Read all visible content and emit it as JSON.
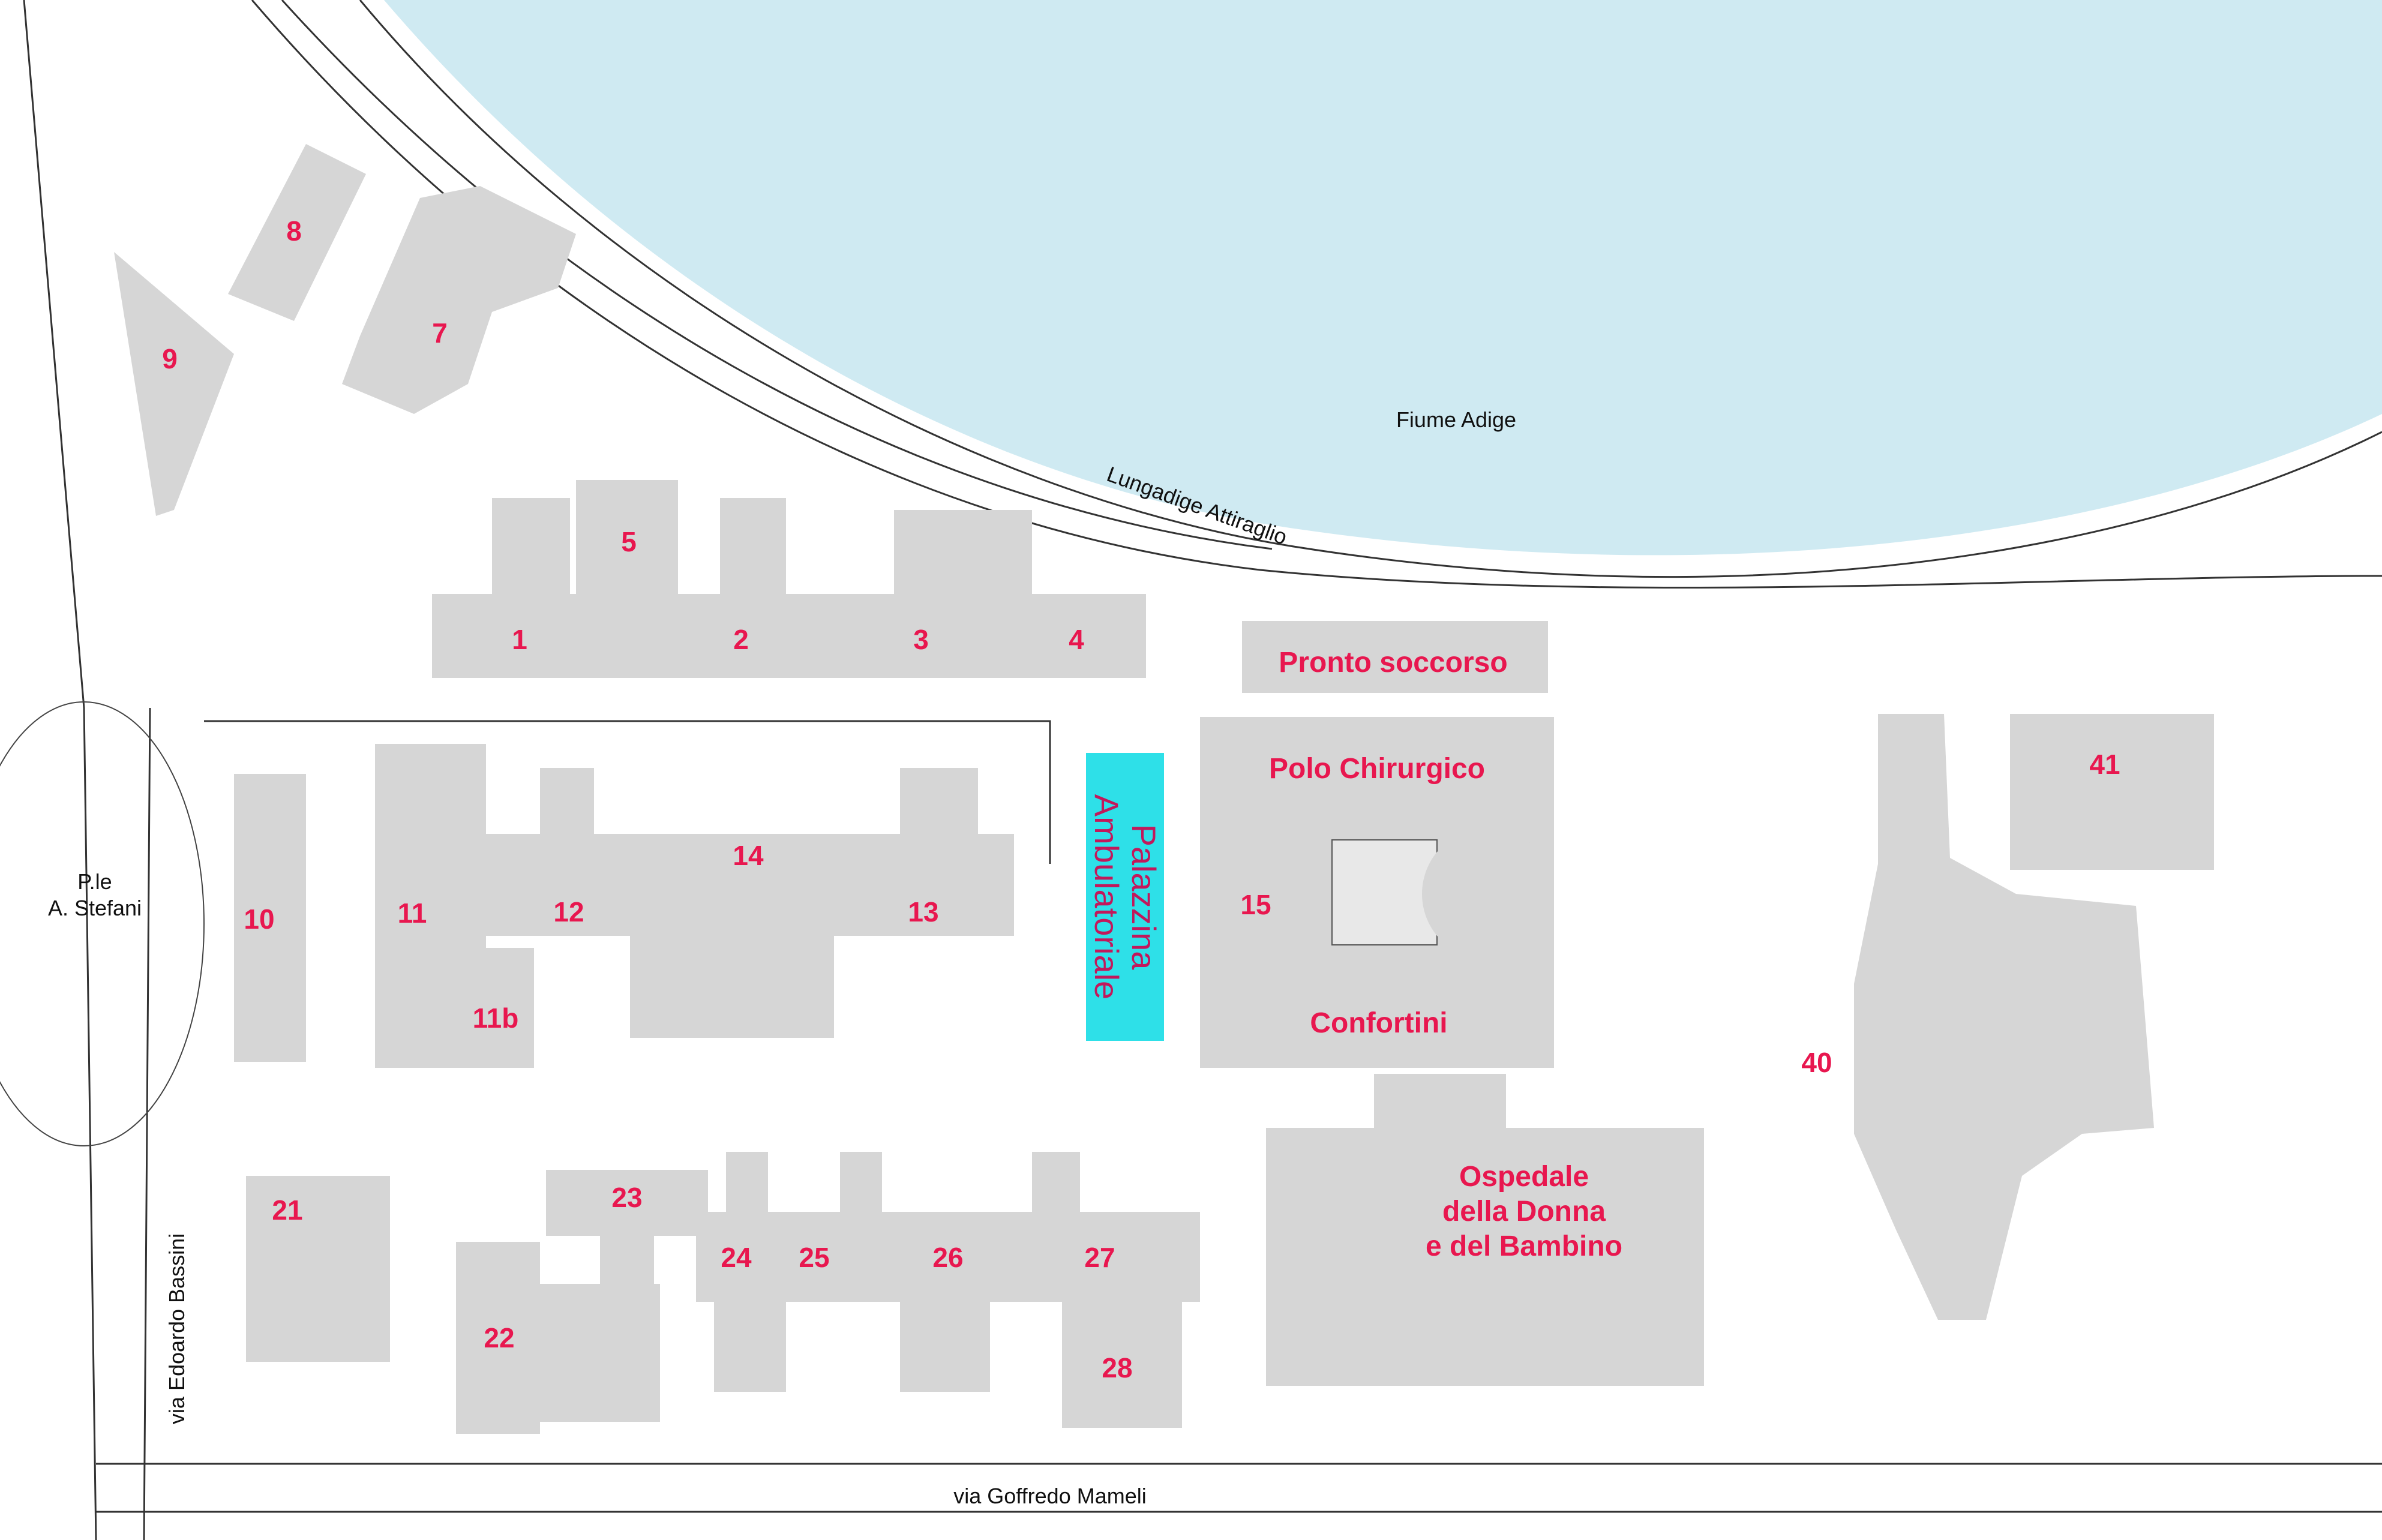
{
  "map": {
    "accent_color": "#e8174f",
    "highlight_color": "#2ee0e8",
    "river_color": "#cfeaf2",
    "building_color": "#d6d6d6",
    "buildings": [
      {
        "id": "b8",
        "label": "8"
      },
      {
        "id": "b9",
        "label": "9"
      },
      {
        "id": "b7",
        "label": "7"
      },
      {
        "id": "b5",
        "label": "5"
      },
      {
        "id": "b1",
        "label": "1"
      },
      {
        "id": "b2",
        "label": "2"
      },
      {
        "id": "b3",
        "label": "3"
      },
      {
        "id": "b4",
        "label": "4"
      },
      {
        "id": "b10",
        "label": "10"
      },
      {
        "id": "b11",
        "label": "11"
      },
      {
        "id": "b11b",
        "label": "11b"
      },
      {
        "id": "b12",
        "label": "12"
      },
      {
        "id": "b14",
        "label": "14"
      },
      {
        "id": "b13",
        "label": "13"
      },
      {
        "id": "b15",
        "label": "15"
      },
      {
        "id": "b41",
        "label": "41"
      },
      {
        "id": "b40",
        "label": "40"
      },
      {
        "id": "b21",
        "label": "21"
      },
      {
        "id": "b22",
        "label": "22"
      },
      {
        "id": "b23",
        "label": "23"
      },
      {
        "id": "b24",
        "label": "24"
      },
      {
        "id": "b25",
        "label": "25"
      },
      {
        "id": "b26",
        "label": "26"
      },
      {
        "id": "b27",
        "label": "27"
      },
      {
        "id": "b28",
        "label": "28"
      }
    ],
    "named_buildings": {
      "pronto_soccorso": "Pronto soccorso",
      "polo_chirurgico": "Polo Chirurgico",
      "confortini": "Confortini",
      "ospedale_line1": "Ospedale",
      "ospedale_line2": "della Donna",
      "ospedale_line3": "e del Bambino"
    },
    "palazzina": {
      "line1": "Palazzina",
      "line2": "Ambulatoriale"
    },
    "streets": {
      "fiume": "Fiume Adige",
      "lungadige": "Lungadige Attiraglio",
      "piazzale_line1": "P.le",
      "piazzale_line2": "A. Stefani",
      "bassini": "via Edoardo Bassini",
      "mameli": "via Goffredo Mameli"
    }
  }
}
